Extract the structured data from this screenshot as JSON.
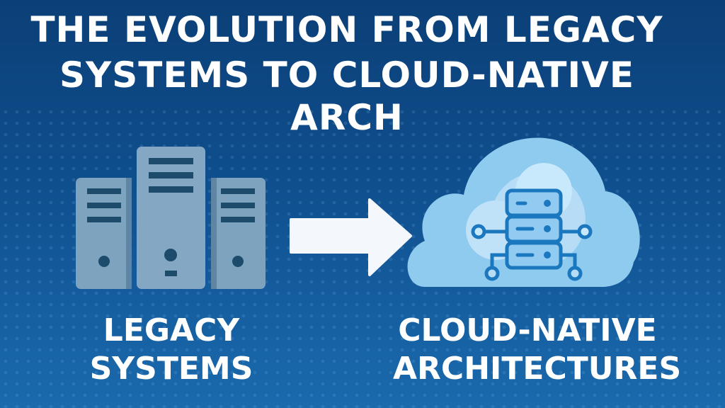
{
  "title": {
    "line1": "THE EVOLUTION FROM LEGACY",
    "line2": "SYSTEMS TO CLOUD-NATIVE ARCH"
  },
  "left": {
    "icon": "legacy-servers-icon",
    "line1": "LEGACY",
    "line2": "SYSTEMS"
  },
  "arrow": {
    "icon": "arrow-right-icon"
  },
  "right": {
    "icon": "cloud-server-icon",
    "line1": "CLOUD-NATIVE",
    "line2": "ARCHITECTURES"
  },
  "colors": {
    "server": "#7ea3bf",
    "server_dark": "#1d4b6b",
    "cloud": "#8fcaef",
    "cloud_inner": "#c4e6fb",
    "accent": "#1b78bf"
  }
}
